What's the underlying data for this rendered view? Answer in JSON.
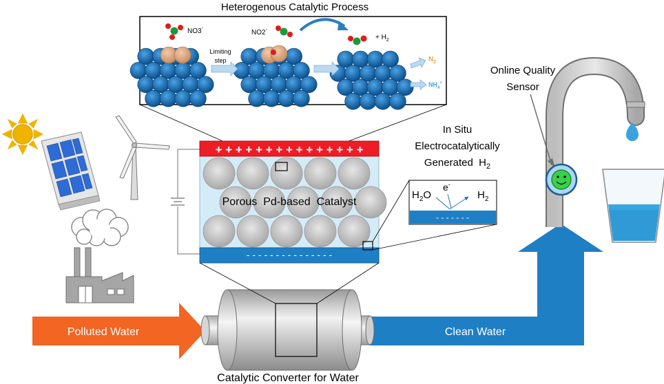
{
  "title": "Heterogenous Catalytic Process",
  "inset": {
    "species_no3": "NO3",
    "species_no3_charge": "-",
    "species_no2": "NO2",
    "species_no2_charge": "-",
    "plus_h2": "+ H",
    "plus_h2_sub": "2",
    "limiting_line1": "Limiting",
    "limiting_line2": "step",
    "product_n2": "N",
    "product_n2_sub": "2",
    "product_nh4": "NH",
    "product_nh4_sub": "4",
    "product_nh4_sup": "+"
  },
  "electrode_top_charges": "+ + + + + + + + + + + + + + +",
  "electrode_bottom_charges": "- - - - - - - - - - - - - - -",
  "catalyst_label": "Porous  Pd-based  Catalyst",
  "in_situ": {
    "line1": "In Situ",
    "line2": "Electrocatalytically",
    "line3": "Generated  H",
    "line3_sub": "2"
  },
  "h2o_panel": {
    "h2o": "H",
    "h2o_sub": "2",
    "h2o_o": "O",
    "electron": "e",
    "electron_sup": "-",
    "h2": "H",
    "h2_sub": "2",
    "charges": "- - - - - - -"
  },
  "sensor": {
    "line1": "Online Quality",
    "line2": "Sensor"
  },
  "polluted_water": "Polluted Water",
  "clean_water": "Clean Water",
  "converter_label": "Catalytic Converter for Water",
  "colors": {
    "blue": "#1e7fc5",
    "red": "#ee1c24",
    "orange": "#f26522",
    "inset_blue": "#1f77b4",
    "light_blue": "#c9e6f5",
    "grey": "#bfbfbf"
  }
}
